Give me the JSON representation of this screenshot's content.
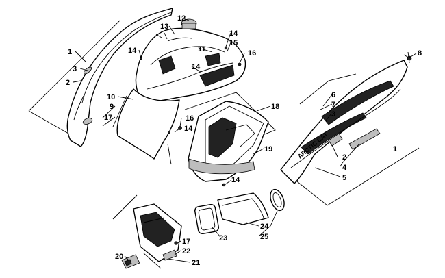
{
  "diagram": {
    "brand_text": "ARCTIC CAT",
    "callouts": [
      "1",
      "2",
      "3",
      "9",
      "17",
      "10",
      "13",
      "12",
      "14",
      "11",
      "14",
      "15",
      "16",
      "14",
      "16",
      "14",
      "18",
      "19",
      "14",
      "8",
      "6",
      "7",
      "3",
      "2",
      "4",
      "5",
      "1",
      "23",
      "24",
      "25",
      "17",
      "22",
      "20",
      "21"
    ]
  }
}
